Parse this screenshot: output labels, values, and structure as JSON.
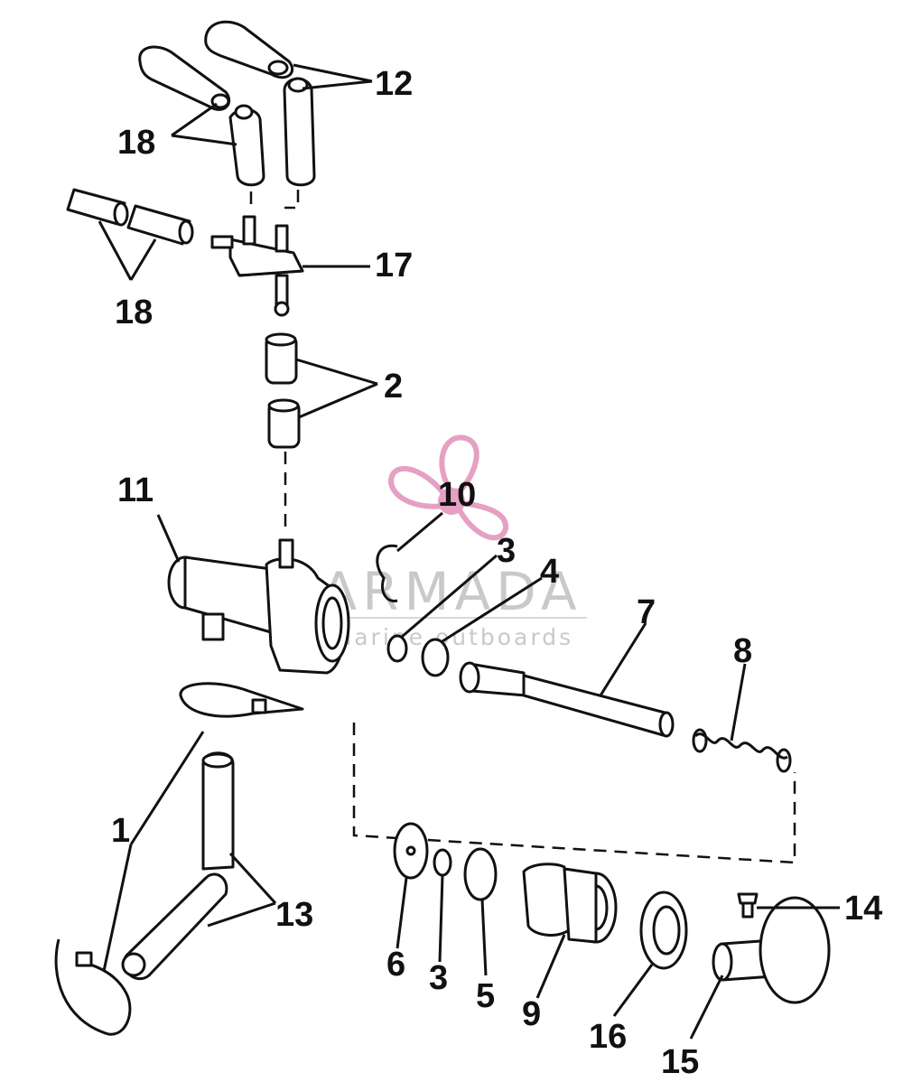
{
  "watermark": {
    "title": "ARMADA",
    "subtitle": "marine outboards",
    "logo_icon": "propeller-icon",
    "logo_color": "#e6a0c4"
  },
  "callouts": {
    "n1": "1",
    "n2": "2",
    "n3a": "3",
    "n3b": "3",
    "n4": "4",
    "n5": "5",
    "n6": "6",
    "n7": "7",
    "n8": "8",
    "n9": "9",
    "n10": "10",
    "n11": "11",
    "n12": "12",
    "n13": "13",
    "n14": "14",
    "n15": "15",
    "n16": "16",
    "n17": "17",
    "n18a": "18",
    "n18b": "18"
  }
}
